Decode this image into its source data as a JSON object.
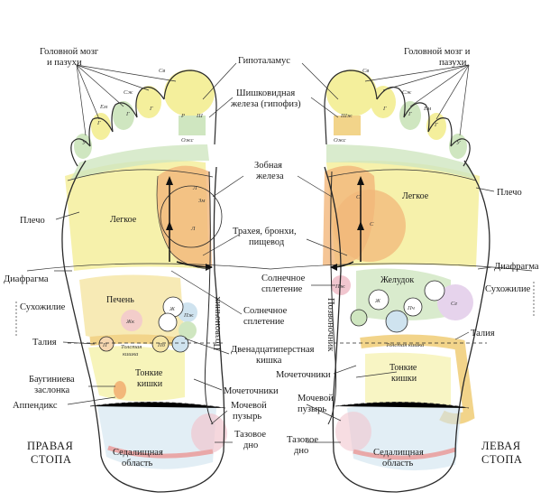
{
  "labels": {
    "brain_left": [
      "Головной мозг",
      "и пазухи"
    ],
    "brain_right": [
      "Головной мозг и",
      "пазухи"
    ],
    "hypothalamus": "Гипоталамус",
    "pineal": [
      "Шишковидная",
      "железа (гипофиз)"
    ],
    "thymus": [
      "Зобная",
      "железа"
    ],
    "trachea": [
      "Трахея, бронхи,",
      "пищевод"
    ],
    "shoulder_left": "Плечо",
    "shoulder_right": "Плечо",
    "lung_left": "Легкое",
    "lung_right": "Легкое",
    "diaphragm_left": "Диафрагма",
    "diaphragm_right": "Диафрагма",
    "tendon_left": "Сухожилие",
    "tendon_right": "Сухожилие",
    "liver": "Печень",
    "stomach": "Желудок",
    "solar_center": [
      "Солнечное",
      "сплетение"
    ],
    "solar_lower": [
      "Солнечное",
      "сплетение"
    ],
    "spine_left": "Позвоночник",
    "spine_right": "Позвоночник",
    "waist_left": "Талия",
    "waist_right": "Талия",
    "colon_left": [
      "Толстая",
      "кишка"
    ],
    "colon_right": "Толстая кишка",
    "duodenum": [
      "Двенадцатиперстная",
      "кишка"
    ],
    "bauhin": [
      "Баугиниева",
      "заслонка"
    ],
    "small_int_left": [
      "Тонкие",
      "кишки"
    ],
    "small_int_right": [
      "Тонкие",
      "кишки"
    ],
    "ureter_left": "Мочеточники",
    "ureter_right": "Мочеточники",
    "bladder_left": [
      "Мочевой",
      "пузырь"
    ],
    "bladder_right": [
      "Мочевой",
      "пузырь"
    ],
    "appendix": "Аппендикс",
    "pelvis_left": [
      "Тазовое",
      "дно"
    ],
    "pelvis_right": [
      "Тазовое",
      "дно"
    ],
    "sciatic_left": [
      "Седалищная",
      "область"
    ],
    "sciatic_right": [
      "Седалищная",
      "область"
    ],
    "right_foot": [
      "ПРАВАЯ",
      "СТОПА"
    ],
    "left_foot": [
      "ЛЕВАЯ",
      "СТОПА"
    ]
  },
  "inner_labels": {
    "sv": "Св",
    "sj": "Сж",
    "em": "Ем",
    "g": "Г",
    "u": "У",
    "sh": "Ш",
    "r": "Р",
    "ozh": "Ожс",
    "shzh": "Шж",
    "l": "Л",
    "s": "С",
    "zm": "Зм",
    "zh": "Ж",
    "pzh": "Пж",
    "p": "П",
    "po": "По",
    "jk": "Жк",
    "pch": "Пч",
    "se": "Се"
  },
  "colors": {
    "outline": "#2a2a2a",
    "yellow": "#f4ef9c",
    "orange": "#f2b77a",
    "green": "#cfe6c0",
    "pink": "#f1c6cf",
    "blue": "#cfe3ef",
    "purple": "#e6d3ec",
    "peach": "#f6d7b0"
  }
}
